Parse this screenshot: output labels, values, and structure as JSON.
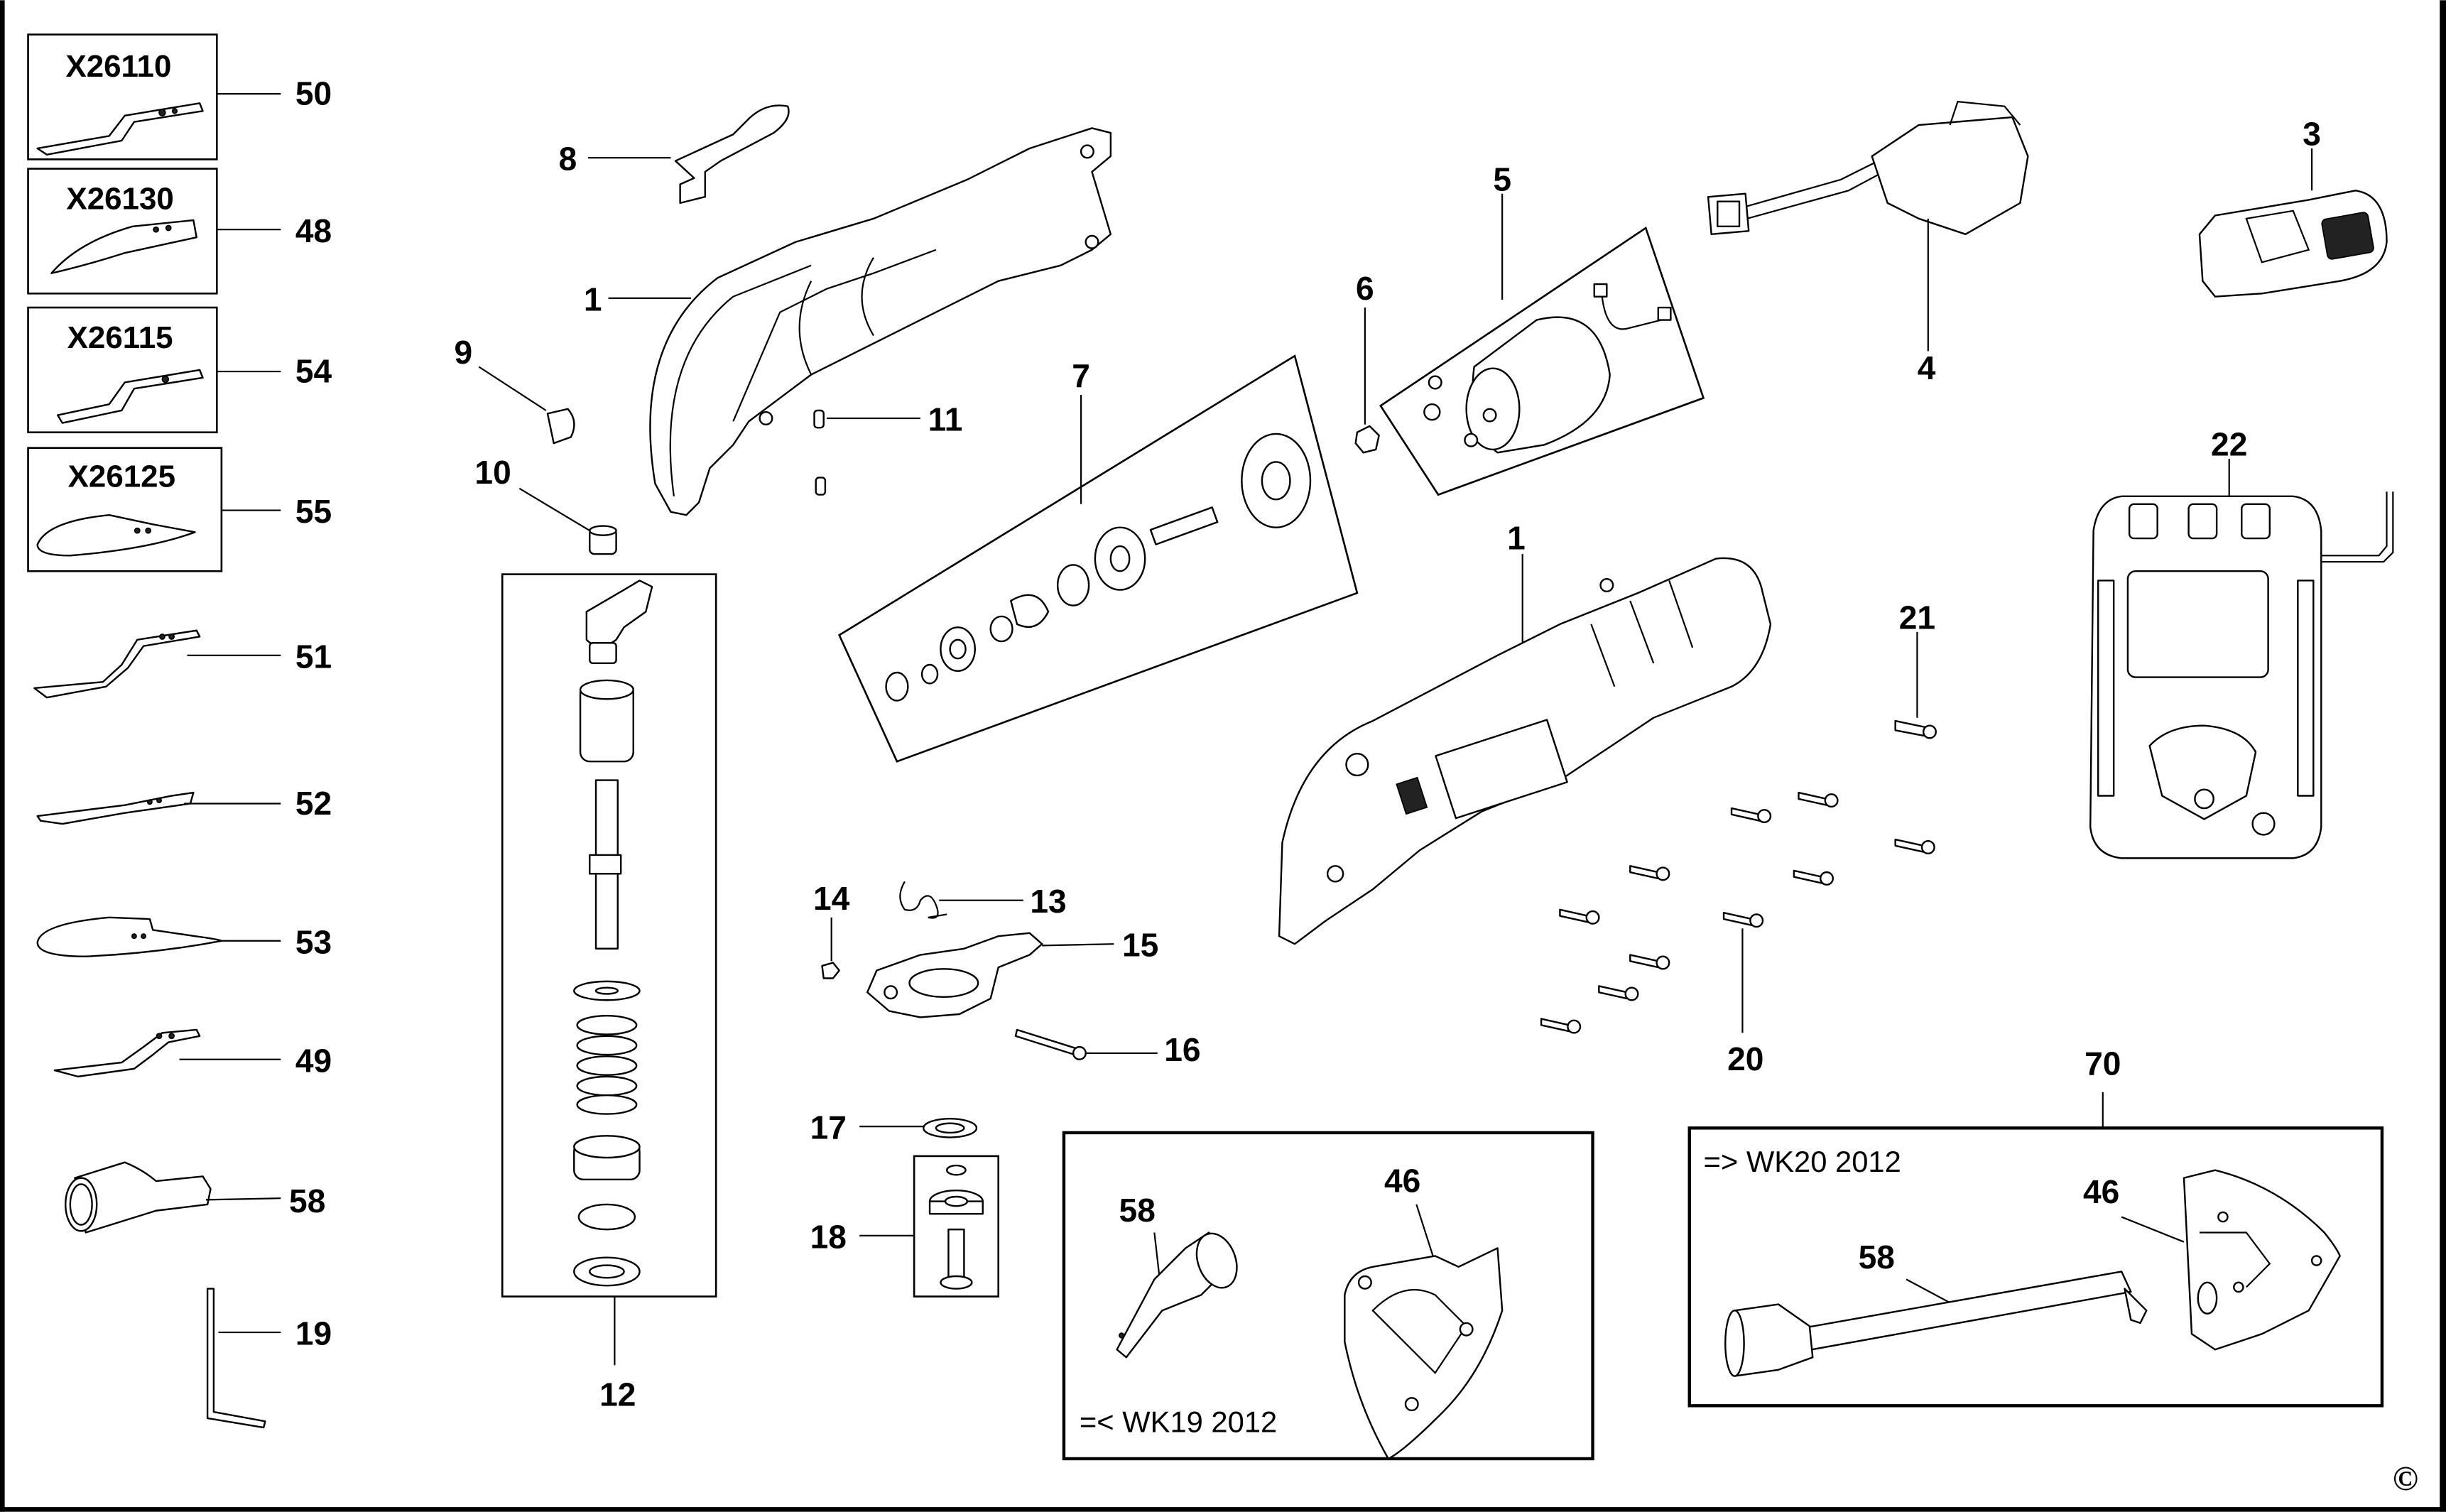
{
  "diagram": {
    "title": "Oscillating multi-tool exploded parts diagram",
    "accessory_boxes": [
      {
        "code": "X26110",
        "part_no": "50"
      },
      {
        "code": "X26130",
        "part_no": "48"
      },
      {
        "code": "X26115",
        "part_no": "54"
      },
      {
        "code": "X26125",
        "part_no": "55"
      }
    ],
    "left_column_parts": [
      "51",
      "52",
      "53",
      "49",
      "58",
      "19"
    ],
    "parts": {
      "p1_housing": "1",
      "p1_tool": "1",
      "p3": "3",
      "p4": "4",
      "p5": "5",
      "p6": "6",
      "p7": "7",
      "p8": "8",
      "p9": "9",
      "p10": "10",
      "p11": "11",
      "p12": "12",
      "p13": "13",
      "p14": "14",
      "p15": "15",
      "p16": "16",
      "p17": "17",
      "p18": "18",
      "p20": "20",
      "p21": "21",
      "p22": "22",
      "p70": "70"
    },
    "variant_old": {
      "note": "=< WK19 2012",
      "parts": [
        "58",
        "46"
      ]
    },
    "variant_new": {
      "note": "=> WK20 2012",
      "parts": [
        "46",
        "58"
      ]
    },
    "copyright": "©"
  }
}
